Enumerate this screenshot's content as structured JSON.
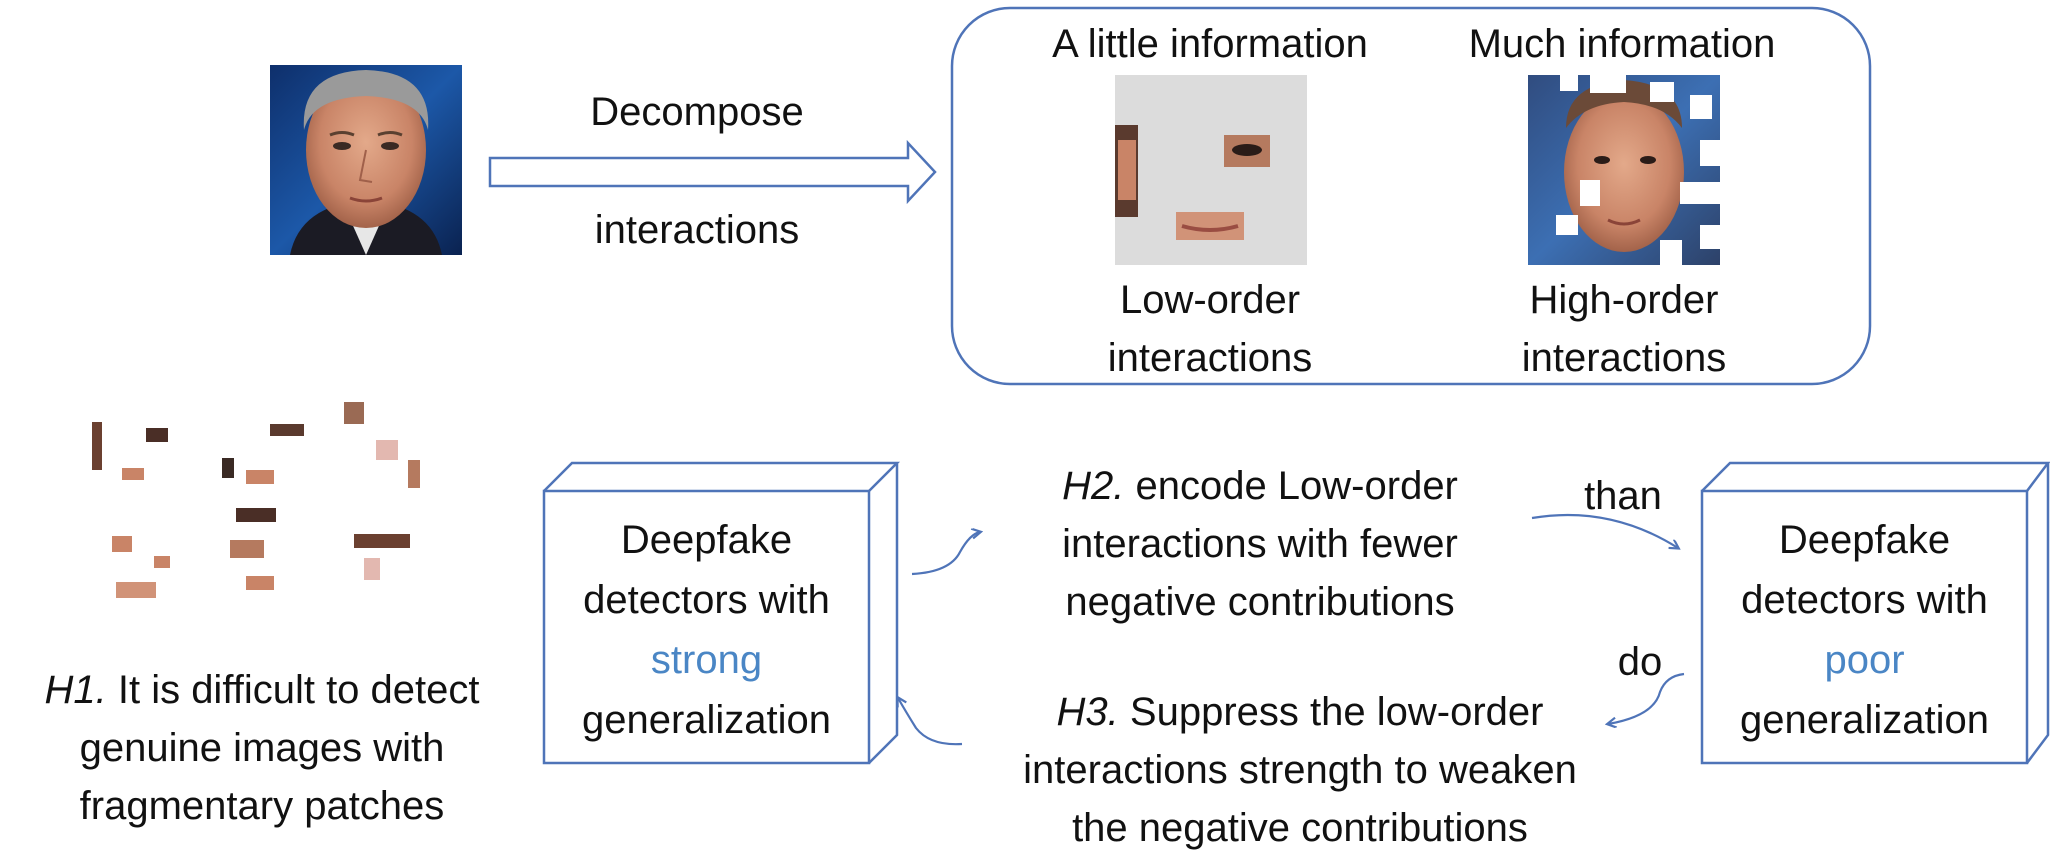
{
  "decompose": {
    "line1": "Decompose",
    "line2": "interactions"
  },
  "panel": {
    "left_heading": "A little information",
    "right_heading": "Much information",
    "left_caption_1": "Low-order",
    "left_caption_2": "interactions",
    "right_caption_1": "High-order",
    "right_caption_2": "interactions"
  },
  "h1": {
    "tag": "H1.",
    "line1_rest": " It is difficult to detect",
    "line2": "genuine images with",
    "line3": "fragmentary patches"
  },
  "box_strong": {
    "line1": "Deepfake",
    "line2": "detectors with",
    "line3": "strong",
    "line4": "generalization"
  },
  "box_poor": {
    "line1": "Deepfake",
    "line2": "detectors with",
    "line3": "poor",
    "line4": "generalization"
  },
  "h2": {
    "tag": "H2.",
    "line1_rest": " encode Low-order",
    "line2": "interactions with fewer",
    "line3": "negative contributions"
  },
  "h3": {
    "tag": "H3.",
    "line1_rest": " Suppress the low-order",
    "line2": "interactions strength to weaken",
    "line3": "the negative contributions"
  },
  "arrow_labels": {
    "than": "than",
    "do": "do"
  },
  "colors": {
    "accent_blue": "#4a86c5",
    "outline_blue": "#4f74b8",
    "text": "#111111"
  }
}
